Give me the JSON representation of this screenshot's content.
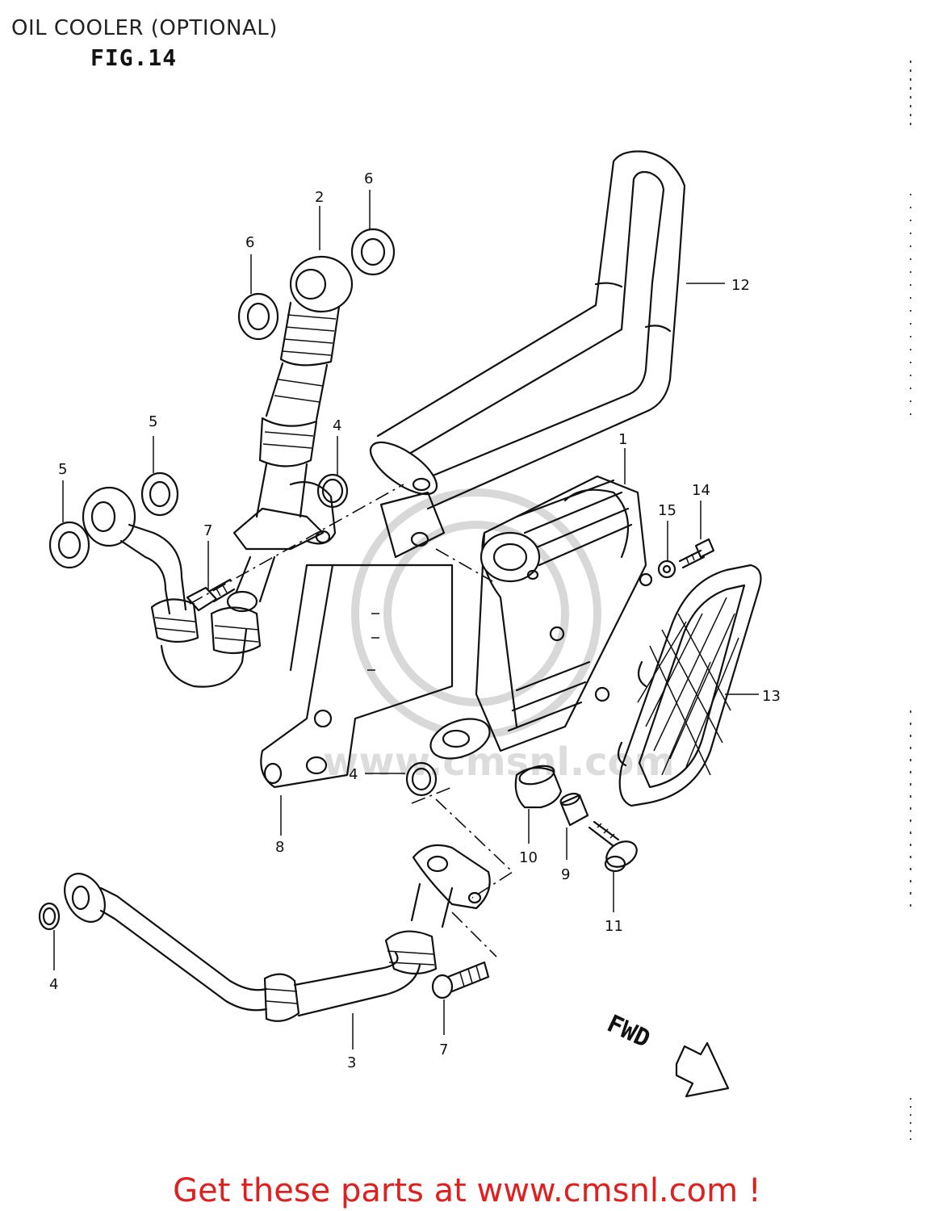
{
  "header": {
    "title": "OIL COOLER (OPTIONAL)",
    "figure": "FIG.14"
  },
  "callouts": [
    {
      "id": "c1",
      "text": "1"
    },
    {
      "id": "c2",
      "text": "2"
    },
    {
      "id": "c3",
      "text": "3"
    },
    {
      "id": "c4a",
      "text": "4"
    },
    {
      "id": "c4b",
      "text": "4"
    },
    {
      "id": "c4c",
      "text": "4"
    },
    {
      "id": "c5a",
      "text": "5"
    },
    {
      "id": "c5b",
      "text": "5"
    },
    {
      "id": "c6a",
      "text": "6"
    },
    {
      "id": "c6b",
      "text": "6"
    },
    {
      "id": "c7a",
      "text": "7"
    },
    {
      "id": "c7b",
      "text": "7"
    },
    {
      "id": "c8",
      "text": "8"
    },
    {
      "id": "c9",
      "text": "9"
    },
    {
      "id": "c10",
      "text": "10"
    },
    {
      "id": "c11",
      "text": "11"
    },
    {
      "id": "c12",
      "text": "12"
    },
    {
      "id": "c13",
      "text": "13"
    },
    {
      "id": "c14",
      "text": "14"
    },
    {
      "id": "c15",
      "text": "15"
    }
  ],
  "direction_label": "FWD",
  "watermark": "www.cmsnl.com",
  "footer": {
    "banner": "Get these parts at www.cmsnl.com !",
    "banner_color": "#e0201e"
  }
}
